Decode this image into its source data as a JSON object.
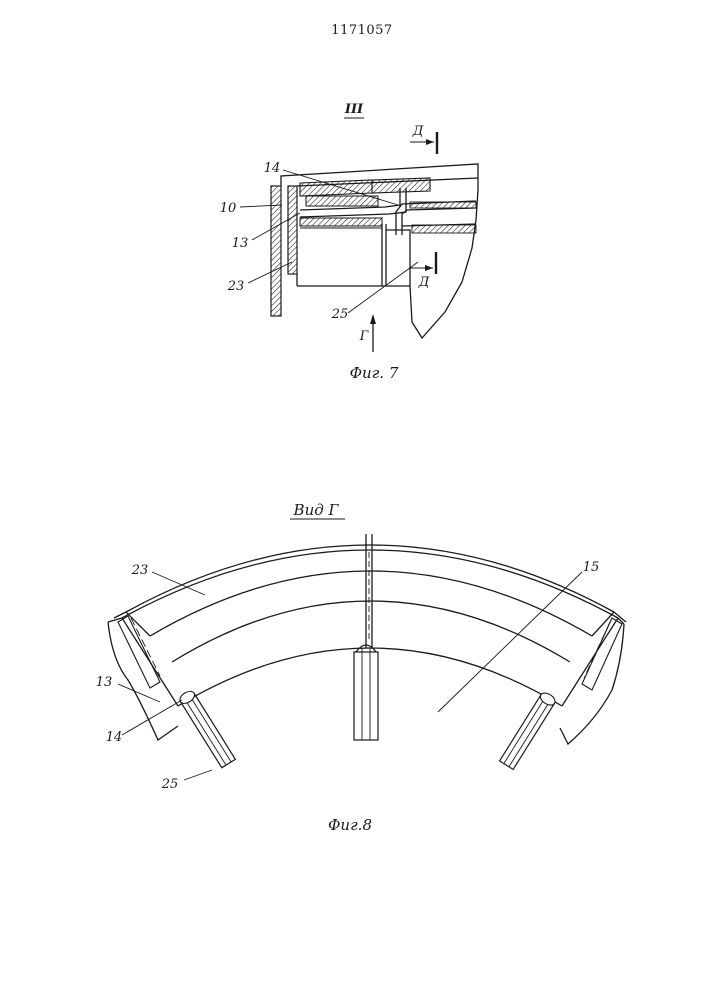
{
  "document": {
    "number": "1171057"
  },
  "figure7": {
    "section_mark": "III",
    "caption": "Фиг. 7",
    "cut_mark": "Д",
    "view_mark": "Г",
    "labels": [
      "14",
      "10",
      "13",
      "23",
      "25"
    ]
  },
  "figure8": {
    "view_title": "Вид Г",
    "caption": "Фиг.8",
    "labels": [
      "23",
      "15",
      "13",
      "14",
      "25"
    ]
  }
}
